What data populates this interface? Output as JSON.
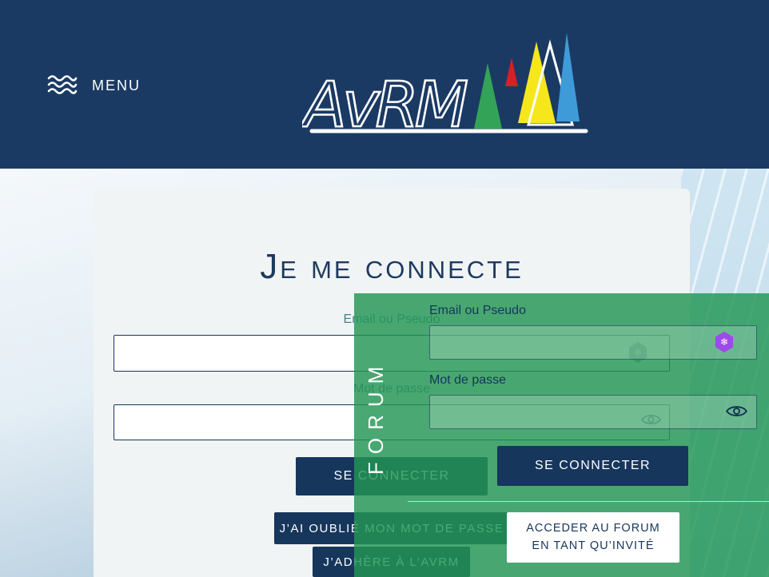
{
  "header": {
    "menu_label": "MENU",
    "logo_text": "AvRM"
  },
  "login": {
    "title": "Je me connecte",
    "email_label": "Email ou Pseudo",
    "email_value": "",
    "password_label": "Mot de passe",
    "password_value": "",
    "submit_label": "SE CONNECTER",
    "forgot_password_label": "J’AI OUBLIÉ MON MOT DE PASSE",
    "join_label": "J’ADHÈRE À L’AVRM"
  },
  "forum_overlay": {
    "tab_label": "FORUM",
    "email_label": "Email ou Pseudo",
    "email_value": "",
    "password_label": "Mot de passe",
    "password_value": "",
    "submit_label": "SE CONNECTER",
    "guest_button": {
      "line1": "ACCEDER AU FORUM",
      "line2": "EN TANT QU’INVITÉ"
    }
  },
  "icons": {
    "menu": "waves-menu-icon",
    "password_visibility": "eye-icon",
    "autofill": "snowflake-hexagon-icon",
    "autofill_glyph": "❄"
  },
  "colors": {
    "header_navy": "#1a3a64",
    "button_navy": "#16365c",
    "overlay_green": "#229654",
    "accent_purple": "#9c4be8",
    "label_teal": "#4e7d90",
    "title_navy": "#1d3a5f",
    "sail_green": "#33a457",
    "sail_red": "#d42027",
    "sail_yellow": "#f6e71d",
    "sail_blue": "#3e9bd8"
  }
}
